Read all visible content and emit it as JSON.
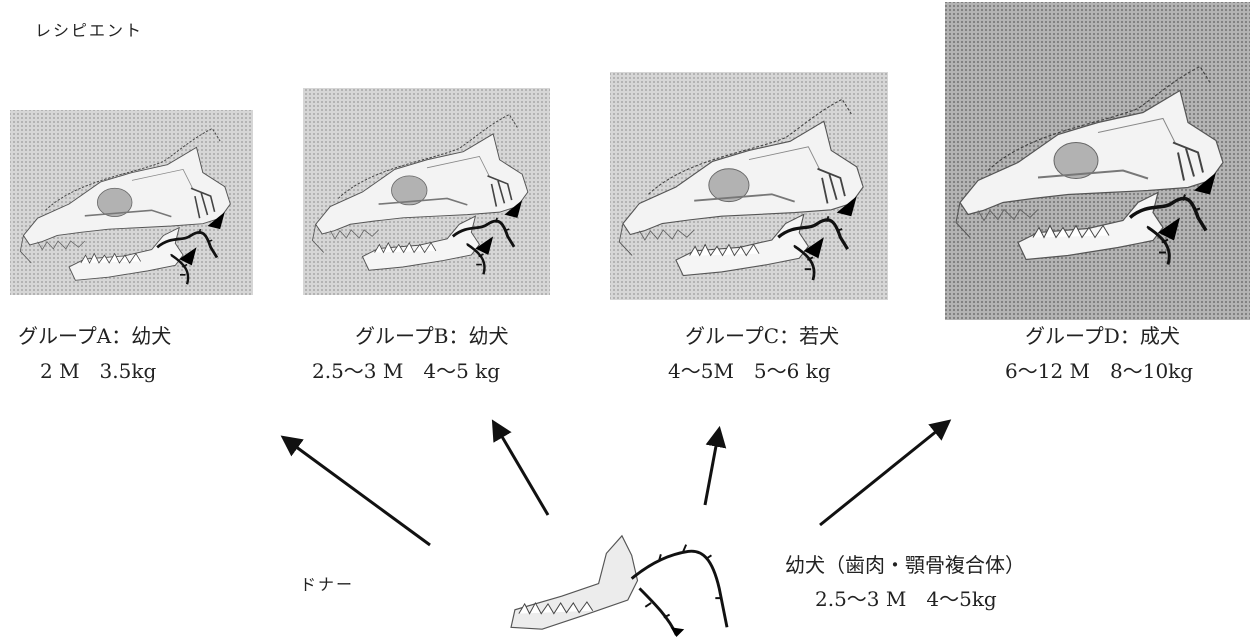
{
  "recipient_label": "レシピエント",
  "groups": [
    {
      "title": "グループA：幼犬",
      "detail": "2 M　3.5kg"
    },
    {
      "title": "グループB：幼犬",
      "detail": "2.5～3 M　4～5 kg"
    },
    {
      "title": "グループC：若犬",
      "detail": "4～5M　5～6 kg"
    },
    {
      "title": "グループD：成犬",
      "detail": "6～12 M　8～10kg"
    }
  ],
  "donor": {
    "label": "ドナー",
    "title": "幼犬（歯肉・顎骨複合体）",
    "detail": "2.5～3 M　4～5kg"
  },
  "colors": {
    "arrow": "#111111",
    "panel_light": "#d0d0d0",
    "panel_dark": "#adadad"
  },
  "icons": {
    "skull": "dog-skull-illustration",
    "mandible": "donor-mandible-illustration",
    "vessel_marker": "black-triangle-arrowhead"
  }
}
